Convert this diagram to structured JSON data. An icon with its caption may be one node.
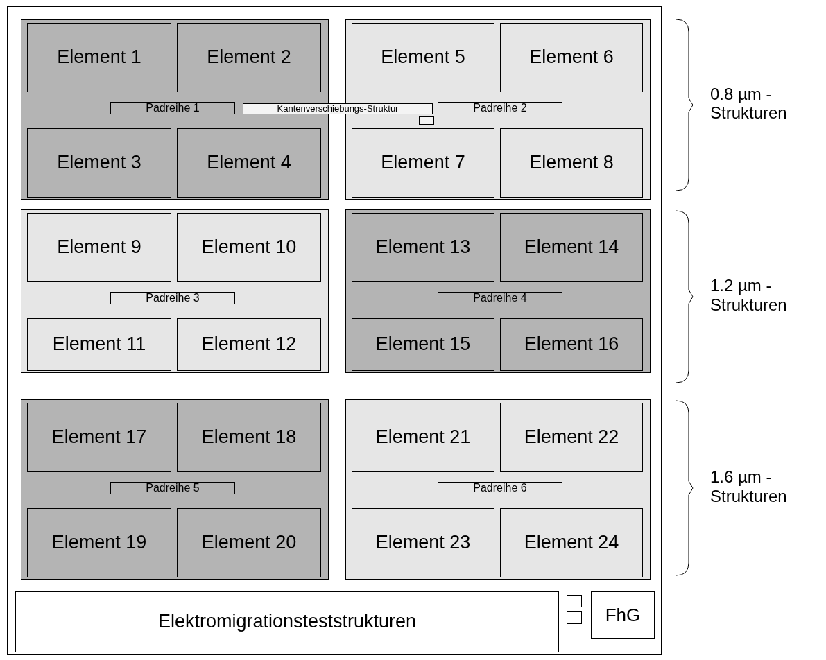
{
  "diagram": {
    "nodes": [
      {
        "text": [],
        "shape": "box"
      },
      {
        "text": [],
        "shape": "box",
        "in": 0
      },
      {
        "text": [
          "Element 1"
        ],
        "in": 1
      },
      {
        "text": [
          "Element 2"
        ],
        "in": 1
      },
      {
        "text": [
          "Padreihe 1"
        ],
        "in": 1
      },
      {
        "text": [
          "Element 3"
        ],
        "in": 1
      },
      {
        "text": [
          "Element 4"
        ],
        "in": 1
      },
      {
        "text": [
          "Kantenverschiebungs-Struktur"
        ],
        "in": 0
      },
      {
        "text": [],
        "shape": "box",
        "in": 9
      },
      {
        "text": [],
        "shape": "box",
        "in": 0
      },
      {
        "text": [
          "Element 5"
        ],
        "in": 9
      },
      {
        "text": [
          "Element 6"
        ],
        "in": 9
      },
      {
        "text": [
          "Padreihe 2"
        ],
        "in": 9
      },
      {
        "text": [
          "Element 7"
        ],
        "in": 9
      },
      {
        "text": [
          "Element 8"
        ],
        "in": 9
      },
      {
        "text": [],
        "shape": "box",
        "in": 0
      },
      {
        "text": [
          "Element 9"
        ],
        "in": 15
      },
      {
        "text": [
          "Element 10"
        ],
        "in": 15
      },
      {
        "text": [
          "Padreihe 3"
        ],
        "in": 15
      },
      {
        "text": [
          "Element 11"
        ],
        "in": 15
      },
      {
        "text": [
          "Element 12"
        ],
        "in": 15
      },
      {
        "text": [],
        "shape": "box",
        "in": 0
      },
      {
        "text": [
          "Element 13"
        ],
        "in": 21
      },
      {
        "text": [
          "Element 14"
        ],
        "in": 21
      },
      {
        "text": [
          "Padreihe 4"
        ],
        "in": 21
      },
      {
        "text": [
          "Element 15"
        ],
        "in": 21
      },
      {
        "text": [
          "Element 16"
        ],
        "in": 21
      },
      {
        "text": [],
        "shape": "box",
        "in": 0
      },
      {
        "text": [
          "Element 17"
        ],
        "in": 27
      },
      {
        "text": [
          "Element 18"
        ],
        "in": 27
      },
      {
        "text": [
          "Padreihe 5"
        ],
        "in": 27
      },
      {
        "text": [
          "Element 19"
        ],
        "in": 27
      },
      {
        "text": [
          "Element 20"
        ],
        "in": 27
      },
      {
        "text": [],
        "shape": "box",
        "in": 0
      },
      {
        "text": [
          "Element 21"
        ],
        "in": 33
      },
      {
        "text": [
          "Element 22"
        ],
        "in": 33
      },
      {
        "text": [
          "Padreihe 6"
        ],
        "in": 33
      },
      {
        "text": [
          "Element 23"
        ],
        "in": 33
      },
      {
        "text": [
          "Element 24"
        ],
        "in": 33
      },
      {
        "text": [
          "Elektromigrationsteststrukturen"
        ],
        "in": 0
      },
      {
        "text": [],
        "shape": "box",
        "in": 0
      },
      {
        "text": [],
        "shape": "box",
        "in": 0
      },
      {
        "text": [
          "FhG"
        ],
        "in": 0
      }
    ],
    "labels": [
      "0.8 µm - Strukturen",
      "1.2 µm - Strukturen",
      "1.6 µm - Strukturen"
    ]
  }
}
